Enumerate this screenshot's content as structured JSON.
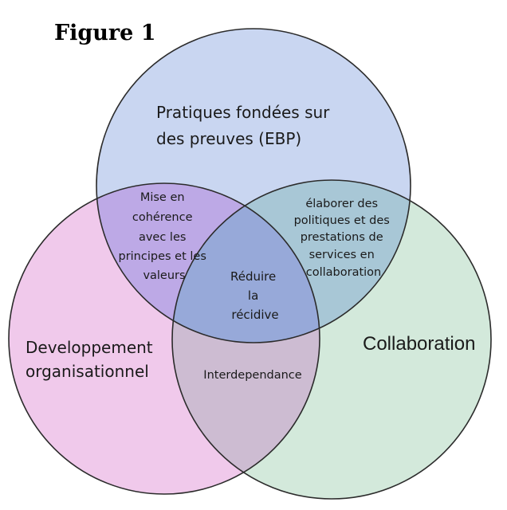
{
  "figure": {
    "title": "Figure 1"
  },
  "circles": {
    "ebp": {
      "lines": [
        "Pratiques fondées sur",
        "des preuves (EBP)"
      ],
      "fill": "#c9d6f1"
    },
    "org": {
      "lines": [
        "Developpement",
        "organisationnel"
      ],
      "fill": "#f0c9eb"
    },
    "collab": {
      "lines": [
        "Collaboration"
      ],
      "fill": "#d3e9db"
    }
  },
  "overlaps": {
    "ebp_org": {
      "lines": [
        "Mise en",
        "cohérence",
        "avec les",
        "principes et les",
        "valeurs"
      ],
      "fill": "#bda9e6"
    },
    "ebp_collab": {
      "lines": [
        "élaborer des",
        "politiques et des",
        "prestations de",
        "services en",
        "collaboration"
      ],
      "fill": "#a8c7d6"
    },
    "org_collab": {
      "lines": [
        "Interdependance"
      ],
      "fill": "#cdbcd2"
    },
    "center": {
      "lines": [
        "Réduire",
        "la",
        "récidive"
      ],
      "fill": "#97a9d9"
    }
  }
}
